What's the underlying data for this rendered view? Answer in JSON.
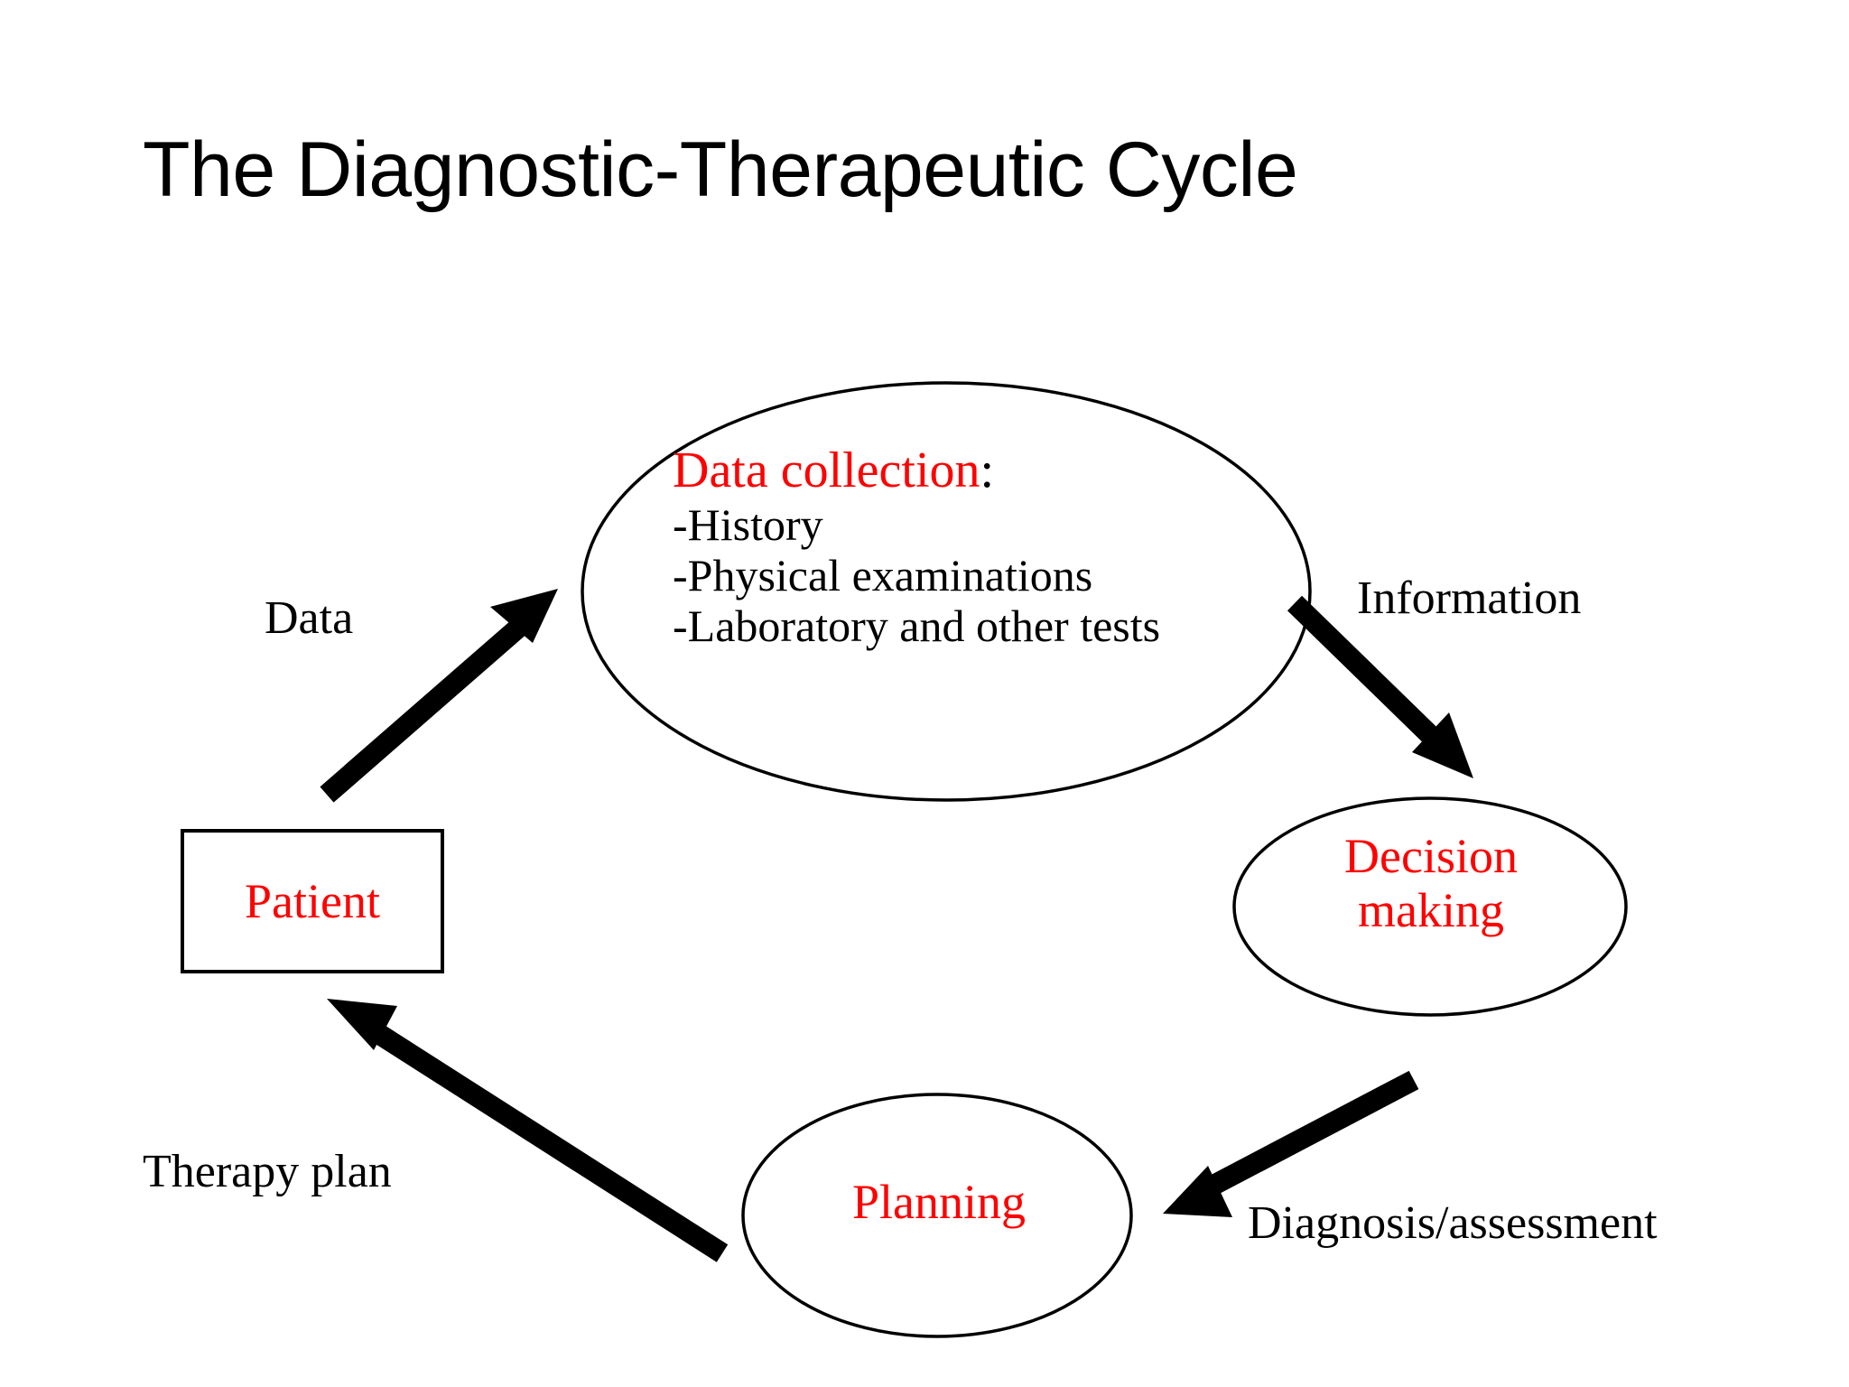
{
  "slide": {
    "title": "The Diagnostic-Therapeutic Cycle",
    "background_color": "#ffffff"
  },
  "colors": {
    "accent_red": "#ff0000",
    "text_black": "#000000",
    "outline_black": "#000000"
  },
  "nodes": {
    "data_collection": {
      "shape": "ellipse",
      "heading": "Data collection",
      "heading_colon": ":",
      "heading_color": "#ff0000",
      "items": [
        "-History",
        "-Physical examinations",
        "-Laboratory and other tests"
      ]
    },
    "patient": {
      "shape": "rectangle",
      "label": "Patient",
      "label_color": "#ff0000"
    },
    "decision_making": {
      "shape": "ellipse",
      "label_line1": "Decision",
      "label_line2": "making",
      "label_color": "#ff0000"
    },
    "planning": {
      "shape": "ellipse",
      "label": "Planning",
      "label_color": "#ff0000"
    }
  },
  "edges": {
    "patient_to_data_collection": {
      "label": "Data",
      "from": "patient",
      "to": "data_collection",
      "direction": "up-right"
    },
    "data_collection_to_decision": {
      "label": "Information",
      "from": "data_collection",
      "to": "decision_making",
      "direction": "down-right"
    },
    "decision_to_planning": {
      "label": "Diagnosis/assessment",
      "from": "decision_making",
      "to": "planning",
      "direction": "down-left"
    },
    "planning_to_patient": {
      "label": "Therapy plan",
      "from": "planning",
      "to": "patient",
      "direction": "up-left"
    }
  }
}
